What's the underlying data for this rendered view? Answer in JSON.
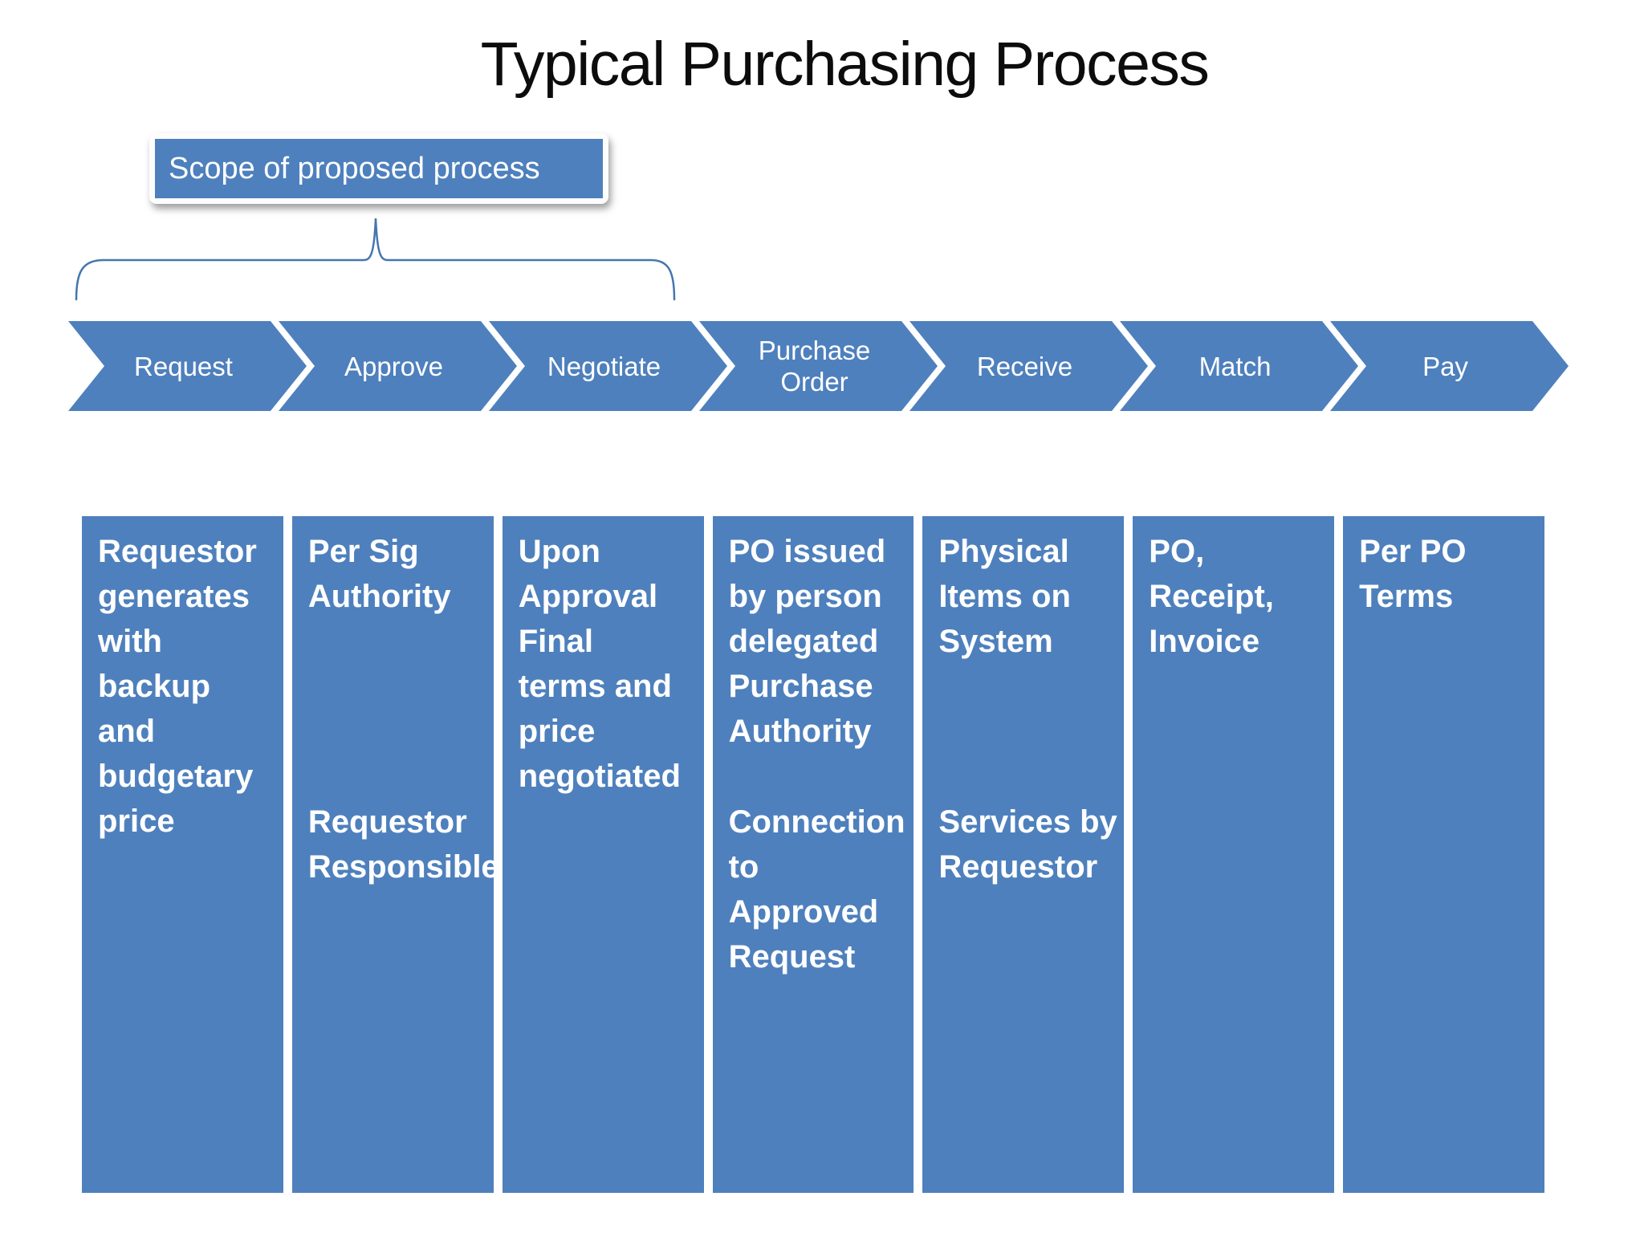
{
  "slide": {
    "title": "Typical Purchasing Process",
    "callout": {
      "label": "Scope of proposed process"
    },
    "steps": [
      "Request",
      "Approve",
      "Negotiate",
      "Purchase\nOrder",
      "Receive",
      "Match",
      "Pay"
    ],
    "columns": [
      {
        "primary": "Requestor\ngenerates\nwith\nbackup\nand\nbudgetary\nprice",
        "secondary": ""
      },
      {
        "primary": "Per Sig\nAuthority",
        "secondary": "Requestor\nResponsible"
      },
      {
        "primary": "Upon\nApproval\nFinal\nterms and\nprice\nnegotiated",
        "secondary": ""
      },
      {
        "primary": "PO issued\nby person\ndelegated\nPurchase\nAuthority",
        "secondary": "Connection\nto\nApproved\nRequest"
      },
      {
        "primary": "Physical\nItems on\nSystem",
        "secondary": "Services by\nRequestor"
      },
      {
        "primary": "PO,\nReceipt,\nInvoice",
        "secondary": ""
      },
      {
        "primary": "Per PO\nTerms",
        "secondary": ""
      }
    ],
    "colors": {
      "shape_blue": "#4e80bd",
      "brace_blue": "#4576ad",
      "text_white": "#ffffff",
      "title_black": "#0c0c0c",
      "background": "#ffffff"
    }
  }
}
